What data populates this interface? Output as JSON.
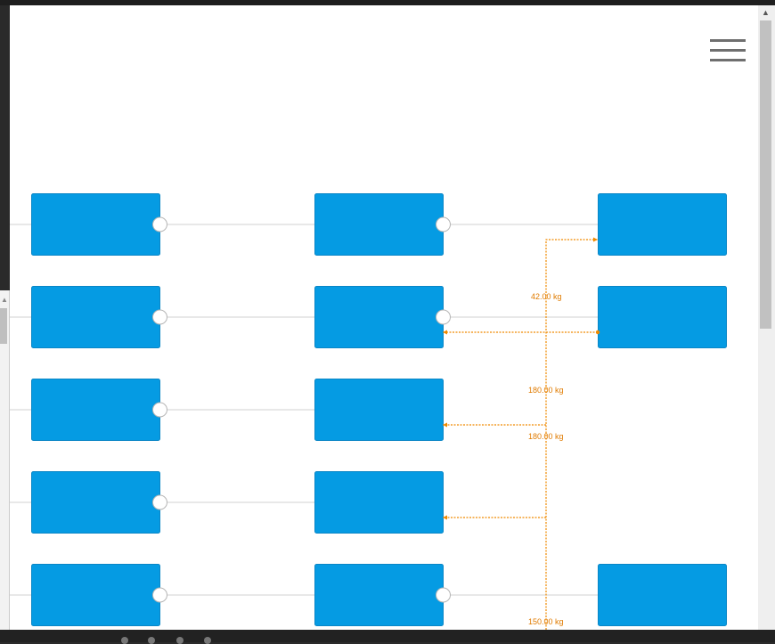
{
  "menu": {
    "icon": "hamburger-menu-icon"
  },
  "colors": {
    "node": "#059be3",
    "flow": "#f08a00",
    "link": "#d2d2d2"
  },
  "flow_labels": [
    "42.00 kg",
    "180.00 kg",
    "180.00 kg",
    "150.00 kg"
  ]
}
